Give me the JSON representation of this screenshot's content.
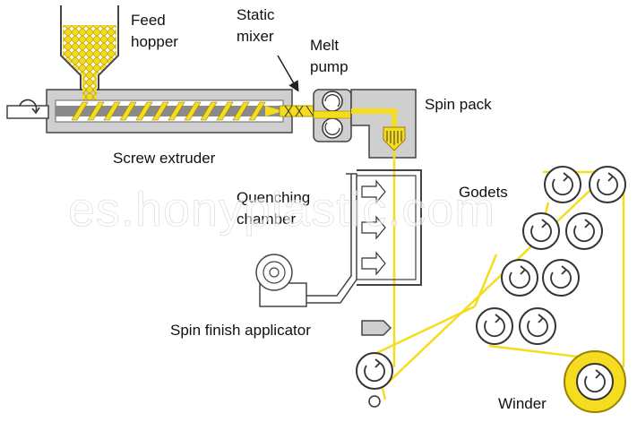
{
  "labels": {
    "feed_hopper_1": "Feed",
    "feed_hopper_2": "hopper",
    "static_mixer_1": "Static",
    "static_mixer_2": "mixer",
    "melt_pump_1": "Melt",
    "melt_pump_2": "pump",
    "spin_pack": "Spin pack",
    "screw_extruder": "Screw extruder",
    "quenching_1": "Quenching",
    "quenching_2": "chamber",
    "godets": "Godets",
    "spin_finish": "Spin finish applicator",
    "winder": "Winder"
  },
  "watermark": "es.honyplastic.com",
  "colors": {
    "polymer": "#f5dc1e",
    "polymer_dark": "#c9a800",
    "body_gray": "#cfcfcf",
    "outline": "#444444"
  },
  "icons": {
    "roll": "circular-arrow-icon",
    "melt_pump": "gear-pump-icon",
    "blower": "blower-fan-icon"
  }
}
